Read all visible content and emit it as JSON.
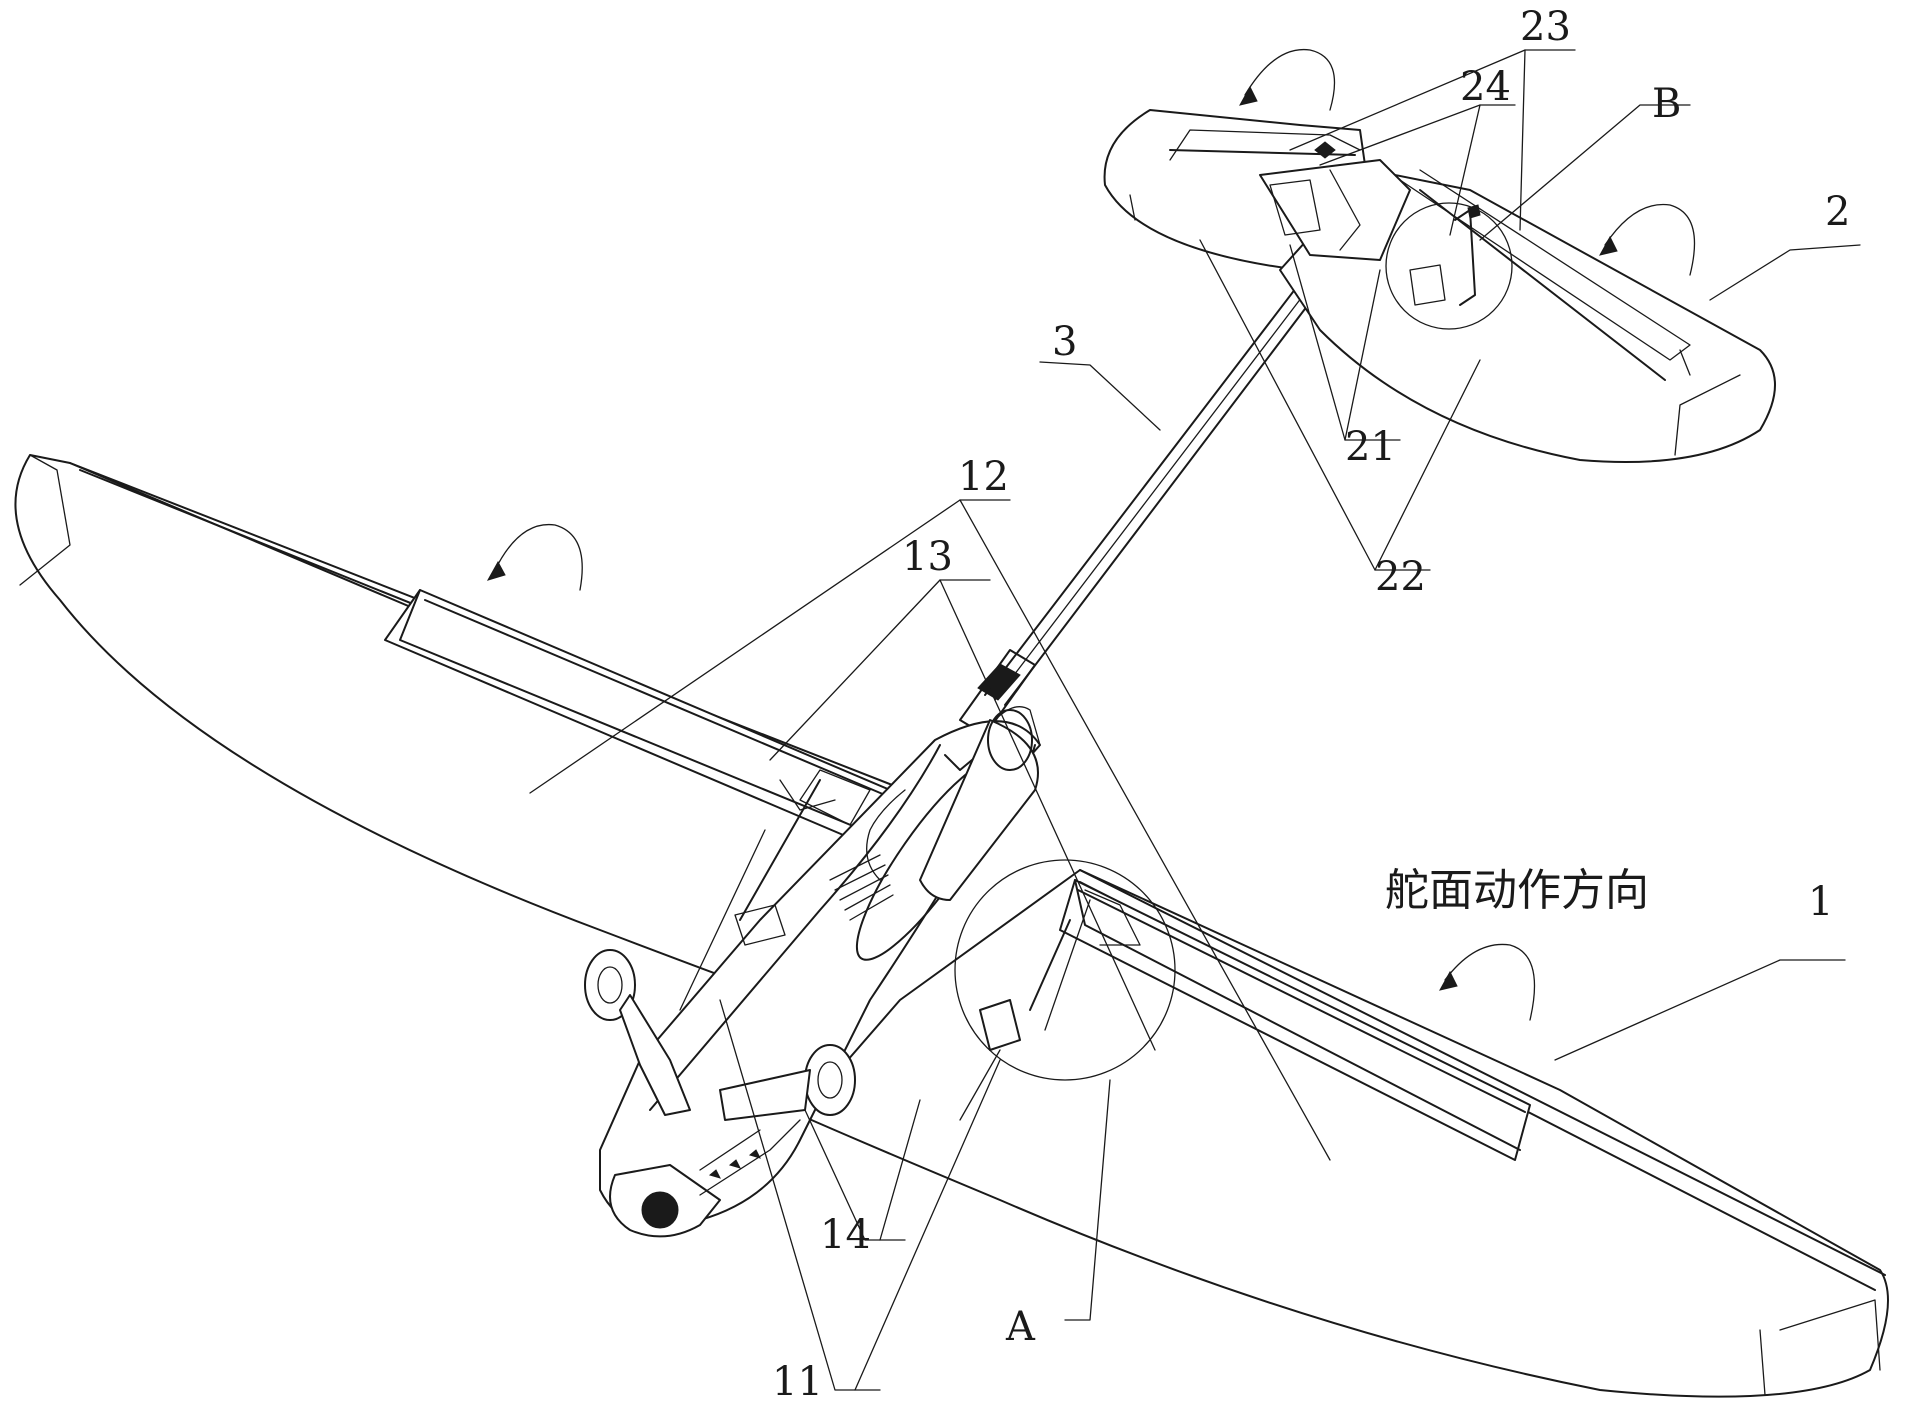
{
  "labels": {
    "l1": "1",
    "l2": "2",
    "l3": "3",
    "l11": "11",
    "l12": "12",
    "l13": "13",
    "l14": "14",
    "l21": "21",
    "l22": "22",
    "l23": "23",
    "l24": "24",
    "lA": "A",
    "lB": "B"
  },
  "caption": "舵面动作方向"
}
